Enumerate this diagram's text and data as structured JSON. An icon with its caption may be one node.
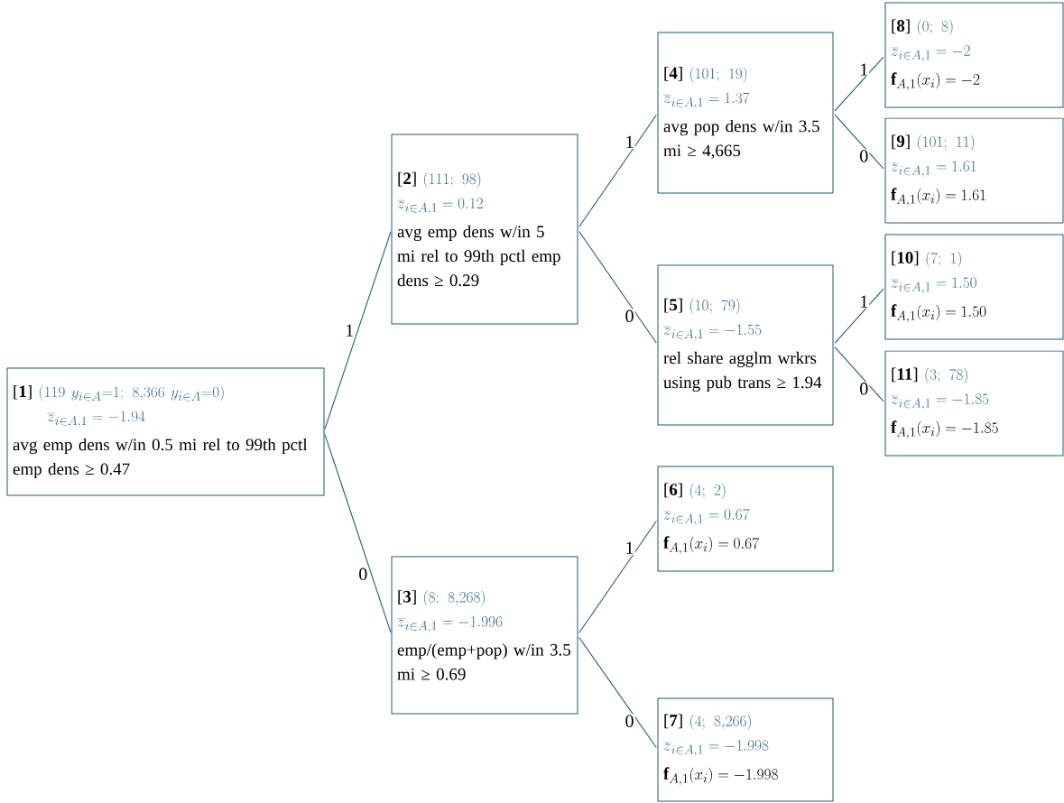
{
  "diagram": {
    "nodes": [
      {
        "text": [
          "[**1**]",
          "(119\\ y_{i\\in A}{=}1;\\ 8{,}366\\ y_{i\\in A}{=}0)",
          "\\overline{z}_{i\\in A,1}=-1.94",
          "avg emp dens w/in 0.5 mi rel to 99th pctl emp dens ≥ 0.47"
        ]
      },
      {
        "text": [
          "[**2**]",
          "(111;\\ 98)",
          "\\overline{z}_{i\\in A,1}=0.12",
          "avg emp dens w/in 5 mi rel to 99th pctl emp dens ≥ 0.29"
        ]
      },
      {
        "text": [
          "[**3**]",
          "(8;\\ 8{,}268)",
          "\\overline{z}_{i\\in A,1}=-1.996",
          "emp/(emp+pop) w/in 3.5 mi ≥ 0.69"
        ]
      },
      {
        "text": [
          "[**4**]",
          "(101;\\ 19)",
          "\\overline{z}_{i\\in A,1}=1.37",
          "avg pop dens w/in 3.5 mi ≥ 4,665"
        ]
      },
      {
        "text": [
          "[**5**]",
          "(10;\\ 79)",
          "\\overline{z}_{i\\in A,1}=-1.55",
          "rel share agglm wrkrs using pub trans ≥ 1.94"
        ]
      },
      {
        "text": [
          "[**6**]",
          "(4;\\ 2)",
          "\\overline{z}_{i\\in A,1}=0.67",
          "\\mathbf{f}_{A,1}(x_i)=0.67"
        ]
      },
      {
        "text": [
          "[**7**]",
          "(4;\\ 8{,}266)",
          "\\overline{z}_{i\\in A,1}=-1.998",
          "\\mathbf{f}_{A,1}(x_i)=-1.998"
        ]
      },
      {
        "text": [
          "[**8**]",
          "(0;\\ 8)",
          "\\overline{z}_{i\\in A,1}=-2",
          "\\mathbf{f}_{A,1}(x_i)=-2"
        ]
      },
      {
        "text": [
          "[**9**]",
          "(101;\\ 11)",
          "\\overline{z}_{i\\in A,1}=1.61",
          "\\mathbf{f}_{A,1}(x_i)=1.61"
        ]
      },
      {
        "text": [
          "[**10**]",
          "(7;\\ 1)",
          "\\overline{z}_{i\\in A,1}=1.50",
          "\\mathbf{f}_{A,1}(x_i)=1.50"
        ]
      },
      {
        "text": [
          "[**11**]",
          "(3;\\ 78)",
          "\\overline{z}_{i\\in A,1}=-1.85",
          "\\mathbf{f}_{A,1}(x_i)=-1.85"
        ]
      }
    ],
    "edges": [
      {
        "from": 0,
        "to": 1,
        "arrow": "none",
        "label": "1"
      },
      {
        "from": 0,
        "to": 2,
        "arrow": "none",
        "label": "0"
      },
      {
        "from": 1,
        "to": 3,
        "arrow": "none",
        "label": "1"
      },
      {
        "from": 1,
        "to": 4,
        "arrow": "none",
        "label": "0"
      },
      {
        "from": 2,
        "to": 5,
        "arrow": "none",
        "label": "1"
      },
      {
        "from": 2,
        "to": 6,
        "arrow": "none",
        "label": "0"
      },
      {
        "from": 3,
        "to": 7,
        "arrow": "none",
        "label": "1"
      },
      {
        "from": 3,
        "to": 8,
        "arrow": "none",
        "label": "0"
      },
      {
        "from": 4,
        "to": 9,
        "arrow": "none",
        "label": "1"
      },
      {
        "from": 4,
        "to": 10,
        "arrow": "none",
        "label": "0"
      }
    ]
  }
}
